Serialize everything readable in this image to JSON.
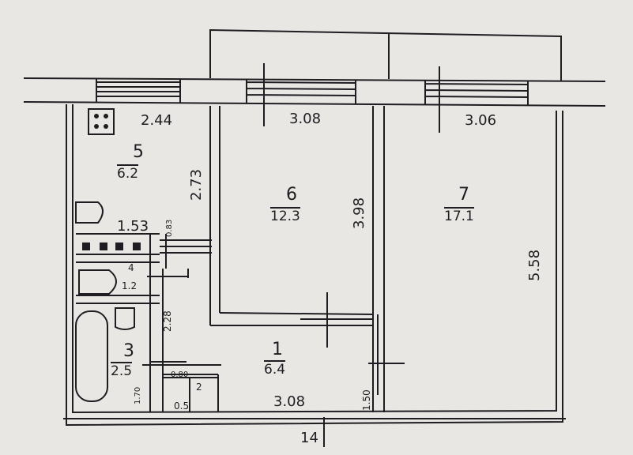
{
  "plan": {
    "rooms": [
      {
        "id": "5",
        "number": "5",
        "area": "6.2"
      },
      {
        "id": "6",
        "number": "6",
        "area": "12.3"
      },
      {
        "id": "7",
        "number": "7",
        "area": "17.1"
      },
      {
        "id": "1",
        "number": "1",
        "area": "6.4"
      },
      {
        "id": "3",
        "number": "3",
        "area": "2.5"
      },
      {
        "id": "2",
        "number": "2",
        "area": "0.5"
      },
      {
        "id": "4",
        "number": "4",
        "area": "1.2"
      }
    ],
    "dimensions": {
      "kitchen_width": "2.44",
      "room6_width": "3.08",
      "room7_width": "3.06",
      "kitchen_depth": "2.73",
      "room6_depth": "3.98",
      "room7_depth": "5.58",
      "bath_width": "1.53",
      "wall_small": "0.83",
      "corridor_depth": "2.28",
      "hall_width": "3.08",
      "hall_depth": "1.50",
      "bath_depth": "1.70",
      "closet_width": "0.80"
    },
    "footer": "14"
  },
  "colors": {
    "ink": "#1e1e22",
    "paper": "#e9e7e3"
  }
}
